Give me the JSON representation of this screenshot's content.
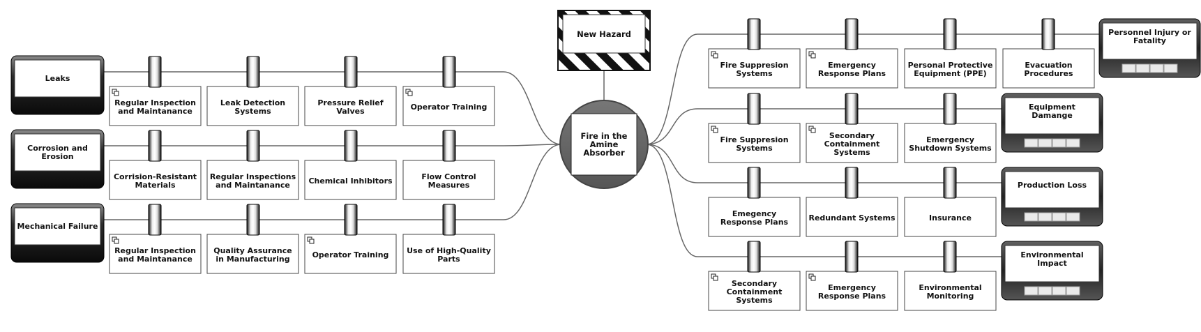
{
  "hazard": {
    "label": "New Hazard"
  },
  "top_event": {
    "label": "Fire in the Amine Absorber"
  },
  "threats": [
    {
      "label": "Leaks",
      "barriers": [
        {
          "label": "Regular Inspection and Maintanance",
          "linked": true
        },
        {
          "label": "Leak Detection Systems",
          "linked": false
        },
        {
          "label": "Pressure Relief Valves",
          "linked": false
        },
        {
          "label": "Operator Training",
          "linked": true
        }
      ]
    },
    {
      "label": "Corrosion and Erosion",
      "barriers": [
        {
          "label": "Corrision-Resistant Materials",
          "linked": false
        },
        {
          "label": "Regular Inspections and Maintanance",
          "linked": false
        },
        {
          "label": "Chemical Inhibitors",
          "linked": false
        },
        {
          "label": "Flow Control Measures",
          "linked": false
        }
      ]
    },
    {
      "label": "Mechanical Failure",
      "barriers": [
        {
          "label": "Regular Inspection and Maintanance",
          "linked": true
        },
        {
          "label": "Quality Assurance in Manufacturing",
          "linked": false
        },
        {
          "label": "Operator Training",
          "linked": true
        },
        {
          "label": "Use of High-Quality Parts",
          "linked": false
        }
      ]
    }
  ],
  "consequences": [
    {
      "label": "Personnel Injury or Fatality",
      "barriers": [
        {
          "label": "Fire Suppresion Systems",
          "linked": true
        },
        {
          "label": "Emergency Response Plans",
          "linked": true
        },
        {
          "label": "Personal Protective Equipment (PPE)",
          "linked": false
        },
        {
          "label": "Evacuation Procedures",
          "linked": false
        }
      ]
    },
    {
      "label": "Equipment Damange",
      "barriers": [
        {
          "label": "Fire Suppresion Systems",
          "linked": true
        },
        {
          "label": "Secondary Containment Systems",
          "linked": true
        },
        {
          "label": "Emergency Shutdown Systems",
          "linked": false
        }
      ]
    },
    {
      "label": "Production Loss",
      "barriers": [
        {
          "label": "Emegency Response Plans",
          "linked": false
        },
        {
          "label": "Redundant Systems",
          "linked": false
        },
        {
          "label": "Insurance",
          "linked": false
        }
      ]
    },
    {
      "label": "Environmental Impact",
      "barriers": [
        {
          "label": "Secondary Containment Systems",
          "linked": true
        },
        {
          "label": "Emergency Response Plans",
          "linked": true
        },
        {
          "label": "Environmental Monitoring",
          "linked": false
        }
      ]
    }
  ]
}
